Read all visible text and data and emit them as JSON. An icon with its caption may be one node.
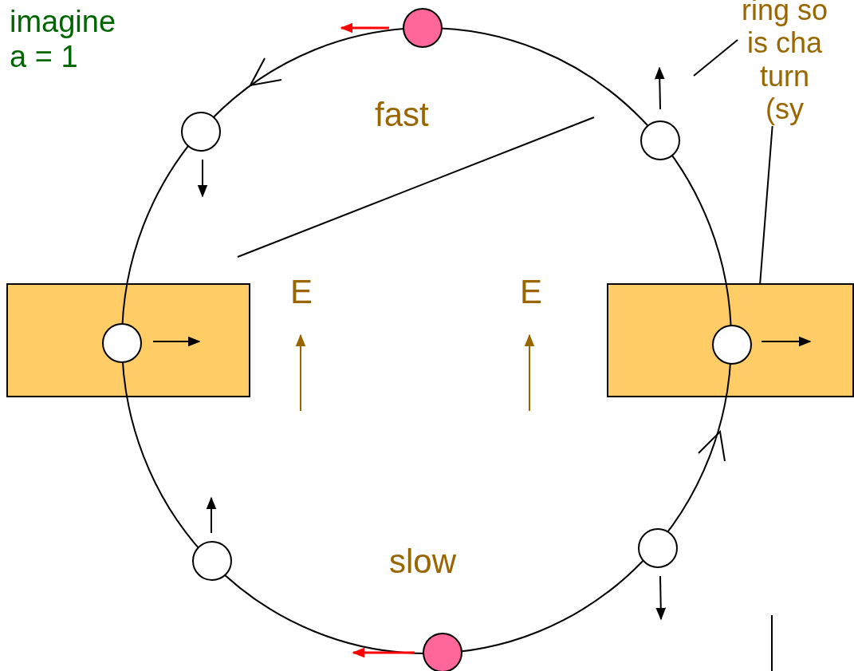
{
  "diagram": {
    "nodes": [
      {
        "text": [
          "ring so is cha turn (sy"
        ]
      },
      {
        "text": [],
        "shape": "box"
      },
      {
        "text": [],
        "shape": "box"
      }
    ],
    "edges": [
      {
        "from": 0,
        "to": null,
        "arrow": "none"
      },
      {
        "from": 0,
        "to": 2,
        "arrow": "none"
      }
    ],
    "labels": [
      "imagine a = 1",
      "fast",
      "E",
      "E",
      "slow"
    ]
  }
}
